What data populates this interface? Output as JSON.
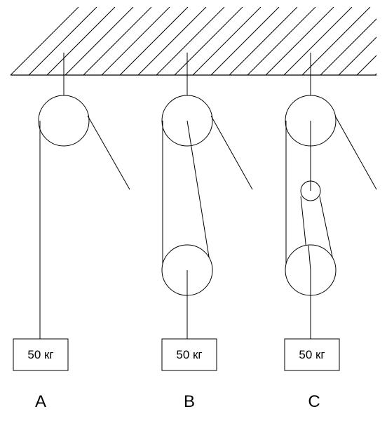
{
  "systems": [
    {
      "label": "A",
      "load": "50 кг"
    },
    {
      "label": "B",
      "load": "50 кг"
    },
    {
      "label": "C",
      "load": "50 кг"
    }
  ],
  "colors": {
    "line": "#000000",
    "background": "#ffffff"
  }
}
